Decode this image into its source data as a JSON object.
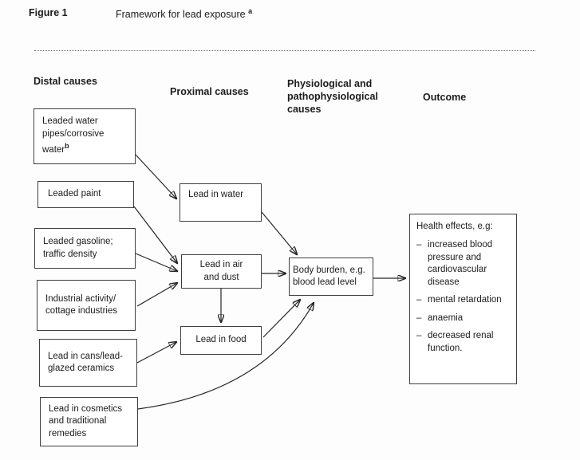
{
  "figure": {
    "label": "Figure 1",
    "title": "Framework for lead exposure",
    "title_superscript": "a"
  },
  "column_headers": {
    "distal": "Distal causes",
    "proximal": "Proximal causes",
    "physio": [
      "Physiological and",
      "pathophysiological",
      "causes"
    ],
    "outcome": "Outcome"
  },
  "nodes": {
    "leaded_water_pipes": {
      "lines": [
        "Leaded water",
        "pipes/corrosive",
        "water"
      ],
      "sup": "b"
    },
    "leaded_paint": {
      "lines": [
        "Leaded paint"
      ]
    },
    "leaded_gasoline": {
      "lines": [
        "Leaded gasoline;",
        "traffic density"
      ]
    },
    "industrial_activity": {
      "lines": [
        "Industrial activity/",
        "cottage industries"
      ]
    },
    "lead_in_cans": {
      "lines": [
        "Lead in cans/lead-",
        "glazed ceramics"
      ]
    },
    "lead_in_cosmetics": {
      "lines": [
        "Lead in cosmetics",
        "and traditional",
        "remedies"
      ]
    },
    "lead_in_water": {
      "lines": [
        "Lead in water"
      ]
    },
    "lead_in_air": {
      "lines": [
        "Lead in air",
        "and dust"
      ]
    },
    "lead_in_food": {
      "lines": [
        "Lead in food"
      ]
    },
    "body_burden": {
      "lines": [
        "Body burden, e.g.",
        "blood lead level"
      ]
    },
    "health_effects": {
      "heading": "Health effects, e.g:",
      "bullet": "–",
      "items": [
        "increased blood pressure and cardiovascular disease",
        "mental retardation",
        "anaemia",
        "decreased renal function."
      ]
    }
  },
  "diagram_edges": [
    {
      "from": "Leaded water pipes/corrosive water",
      "to": "Lead in water"
    },
    {
      "from": "Leaded paint",
      "to": "Lead in air and dust"
    },
    {
      "from": "Leaded gasoline; traffic density",
      "to": "Lead in air and dust"
    },
    {
      "from": "Industrial activity/cottage industries",
      "to": "Lead in air and dust"
    },
    {
      "from": "Lead in cans/lead-glazed ceramics",
      "to": "Lead in food"
    },
    {
      "from": "Lead in water",
      "to": "Body burden, e.g. blood lead level"
    },
    {
      "from": "Lead in air and dust",
      "to": "Body burden, e.g. blood lead level"
    },
    {
      "from": "Lead in air and dust",
      "to": "Lead in food"
    },
    {
      "from": "Lead in food",
      "to": "Body burden, e.g. blood lead level"
    },
    {
      "from": "Lead in cosmetics and traditional remedies",
      "to": "Body burden, e.g. blood lead level"
    },
    {
      "from": "Body burden, e.g. blood lead level",
      "to": "Health effects, e.g:"
    }
  ]
}
